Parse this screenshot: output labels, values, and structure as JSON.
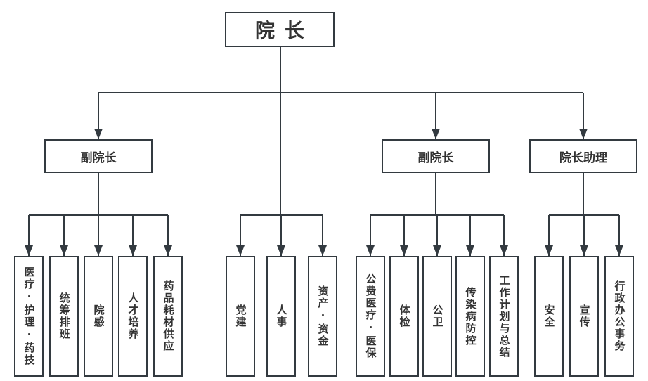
{
  "colors": {
    "line": "#333a40",
    "text": "#333333",
    "box_bg": "#ffffff"
  },
  "root": {
    "label": "院长"
  },
  "branches": [
    {
      "label": "副院长",
      "children": [
        "医疗·护理·药技",
        "统筹排班",
        "院感",
        "人才培养",
        "药品耗材供应"
      ]
    },
    {
      "label": "",
      "direct": true,
      "children": [
        "党建",
        "人事",
        "资产·资金"
      ]
    },
    {
      "label": "副院长",
      "children": [
        "公费医疗·医保",
        "体检",
        "公卫",
        "传染病防控",
        "工作计划与总结"
      ]
    },
    {
      "label": "院长助理",
      "children": [
        "安全",
        "宣传",
        "行政办公事务"
      ]
    }
  ]
}
